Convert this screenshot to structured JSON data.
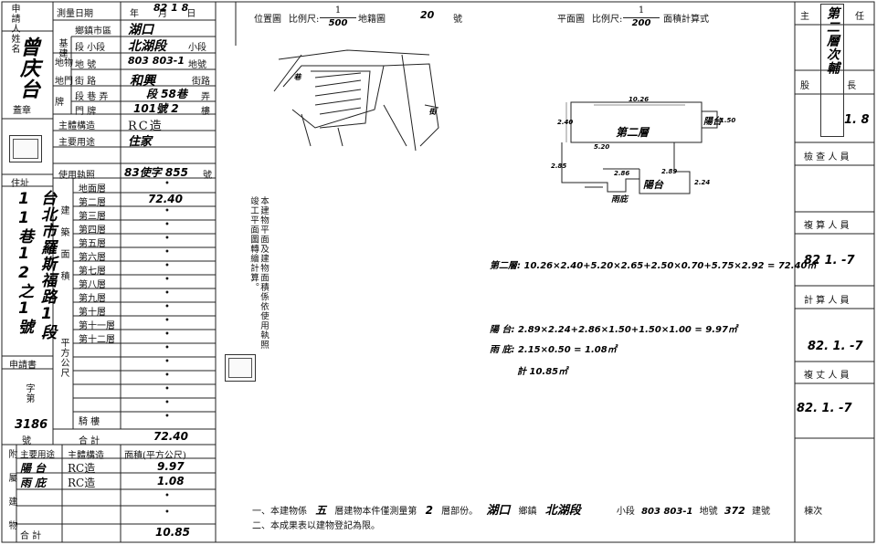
{
  "left": {
    "applicant_label": "申請人姓名",
    "applicant_name": "曾庆台",
    "seal_label": "蓋章",
    "address_label": "住址",
    "address_value": "台北市羅斯福路1段11巷12之1號",
    "application_label": "申請書",
    "word_label": "字第",
    "doc_no": "3186",
    "doc_no_suffix": "號"
  },
  "survey": {
    "date_label": "測量日期",
    "date_units": "年 月 日",
    "date_value": "82 1 8",
    "district_label": "鄉鎮市區",
    "district_value": "湖口",
    "base_label": "基建",
    "base_land_label": "地物",
    "section_label": "段 小段",
    "section_value": "北湖段",
    "section_suffix": "小段",
    "lot_label": "地 號",
    "lot_value": "803 803-1",
    "lot_suffix": "地號",
    "door_label": "地門",
    "street_label": "街 路",
    "street_value": "和興",
    "street_suffix": "街路",
    "plate_label": "牌",
    "lane_label": "段 巷 弄",
    "lane_value": "段 58巷",
    "lane_suffix": "弄",
    "number_label": "門 牌",
    "number_value": "101號 2",
    "number_suffix": "樓",
    "structure_label": "主體構造",
    "structure_value": "RC造",
    "use_label": "主要用途",
    "use_value": "住家",
    "license_label": "使用執照",
    "license_value": "83使字 855",
    "license_suffix": "號"
  },
  "floors": {
    "area_side_label": "建築面積",
    "unit_label": "平方公尺",
    "rows": [
      {
        "label": "地面層",
        "value": "•"
      },
      {
        "label": "第二層",
        "value": "72.40"
      },
      {
        "label": "第三層",
        "value": "•"
      },
      {
        "label": "第四層",
        "value": "•"
      },
      {
        "label": "第五層",
        "value": "•"
      },
      {
        "label": "第六層",
        "value": "•"
      },
      {
        "label": "第七層",
        "value": "•"
      },
      {
        "label": "第八層",
        "value": "•"
      },
      {
        "label": "第九層",
        "value": "•"
      },
      {
        "label": "第十層",
        "value": "•"
      },
      {
        "label": "第十一層",
        "value": "•"
      },
      {
        "label": "第十二層",
        "value": "•"
      },
      {
        "label": "",
        "value": "•"
      },
      {
        "label": "",
        "value": "•"
      },
      {
        "label": "",
        "value": "•"
      },
      {
        "label": "",
        "value": "•"
      },
      {
        "label": "",
        "value": "•"
      },
      {
        "label": "騎 樓",
        "value": "•"
      }
    ],
    "total_label": "合 計",
    "total_value": "72.40"
  },
  "annex": {
    "side_label": "附屬建物",
    "col_use": "主要用途",
    "col_structure": "主體構造",
    "col_area": "面積(平方公尺)",
    "rows": [
      {
        "use": "陽 台",
        "structure": "RC造",
        "area": "9.97"
      },
      {
        "use": "雨 庇",
        "structure": "RC造",
        "area": "1.08"
      },
      {
        "use": "",
        "structure": "",
        "area": "•"
      },
      {
        "use": "",
        "structure": "",
        "area": "•"
      }
    ],
    "total_label": "合 計",
    "total_value": "10.85"
  },
  "note_vertical": "本建物平面及建物面積係依使用執照竣工平面圖轉繪計算。",
  "location_map": {
    "title": "位置圖",
    "scale_label": "比例尺:",
    "scale_num": "1",
    "scale_den": "500",
    "sheet_label": "地籍圖",
    "sheet_no": "20",
    "sheet_suffix": "號"
  },
  "plan": {
    "title": "平面圖",
    "scale_label": "比例尺:",
    "scale_num": "1",
    "scale_den": "200",
    "calc_label": "面積計算式",
    "floor_label": "第二層",
    "balcony_label": "陽台",
    "canopy_label": "雨庇",
    "dims": [
      "10.26",
      "2.40",
      "5.20",
      "2.85",
      "1.50",
      "2.89",
      "2.24",
      "2.86"
    ]
  },
  "calcs": {
    "line1": "第二層: 10.26×2.40+5.20×2.65+2.50×0.70+5.75×2.92 = 72.40㎡",
    "line2": "陽 台: 2.89×2.24+2.86×1.50+1.50×1.00 = 9.97㎡",
    "line3": "雨 庇: 2.15×0.50 = 1.08㎡",
    "line4": "計 10.85㎡"
  },
  "footer": {
    "line1_a": "一、本建物係",
    "line1_floors": "五",
    "line1_b": "層建物本件僅測量第",
    "line1_floor": "2",
    "line1_c": "層部份。",
    "line1_town": "湖口",
    "line1_d": "鄉鎮",
    "line1_section": "北湖段",
    "line1_e": "小段",
    "line1_lot": "803 803-1",
    "line1_f": "地號",
    "line1_build": "372",
    "line1_g": "建號",
    "line1_h": "棟次",
    "line2": "二、本成果表以建物登記為限。"
  },
  "right": {
    "title_a": "主",
    "title_b": "任",
    "floor_stamp": "第二層次輔",
    "section_chief": "股 長",
    "chief_date": "1. 8",
    "checker": "檢 查 人 員",
    "reviewer": "複 算 人 員",
    "reviewer_date": "82 1. -7",
    "calculator": "計 算 人 員",
    "calc_date": "82. 1. -7",
    "enlarger": "複 丈 人 員",
    "enl_date": "82. 1. -7"
  }
}
